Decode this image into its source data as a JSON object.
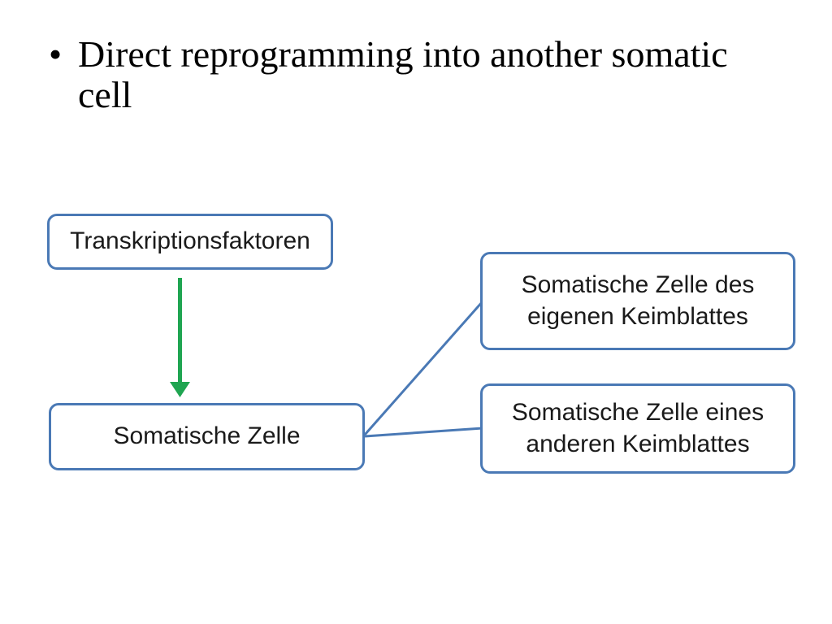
{
  "slide": {
    "title_bullet": "•",
    "title": "Direct reprogramming into another somatic cell"
  },
  "diagram": {
    "boxes": [
      {
        "label": "Transkriptionsfaktoren"
      },
      {
        "label": "Somatische Zelle"
      },
      {
        "label": "Somatische Zelle des eigenen Keimblattes"
      },
      {
        "label": "Somatische Zelle eines anderen Keimblattes"
      }
    ],
    "connections": [
      {
        "from": "Transkriptionsfaktoren",
        "to": "Somatische Zelle",
        "style": "green-down-arrow"
      },
      {
        "from": "Somatische Zelle",
        "to": "Somatische Zelle des eigenen Keimblattes",
        "style": "straight-line"
      },
      {
        "from": "Somatische Zelle",
        "to": "Somatische Zelle eines anderen Keimblattes",
        "style": "straight-line"
      }
    ]
  },
  "colors": {
    "background": "#ffffff",
    "title_text": "#000000",
    "box_text": "#1a1a1a",
    "box_border": "#4a79b5",
    "box_fill": "#ffffff",
    "connector_line": "#4a79b5",
    "arrow_green": "#1fa551"
  }
}
